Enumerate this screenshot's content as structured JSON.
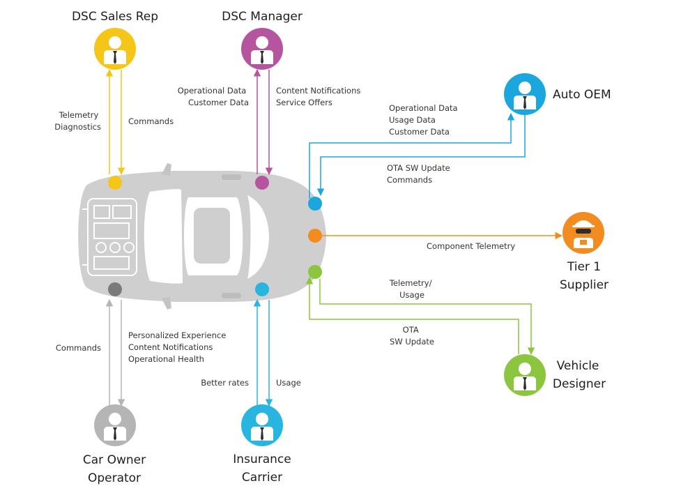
{
  "colors": {
    "sales_rep": "#f5c518",
    "manager": "#b6559f",
    "oem": "#1ba6dd",
    "supplier": "#f28c21",
    "designer": "#8cc63e",
    "owner": "#b5b5b5",
    "insurance": "#28b6e0",
    "car_body": "#cfcfcf",
    "car_glass": "#ffffff",
    "owner_port": "#7a7a7a"
  },
  "actors": {
    "sales_rep": {
      "name": "DSC Sales Rep",
      "icon": "person-icon"
    },
    "manager": {
      "name": "DSC Manager",
      "icon": "person-icon"
    },
    "oem": {
      "name": "Auto OEM",
      "icon": "person-icon"
    },
    "supplier": {
      "name_line1": "Tier 1",
      "name_line2": "Supplier",
      "icon": "engineer-icon"
    },
    "designer": {
      "name_line1": "Vehicle",
      "name_line2": "Designer",
      "icon": "person-icon"
    },
    "owner": {
      "name_line1": "Car Owner",
      "name_line2": "Operator",
      "icon": "person-icon"
    },
    "insurance": {
      "name_line1": "Insurance",
      "name_line2": "Carrier",
      "icon": "person-icon"
    }
  },
  "flows": {
    "sales_rep_up": [
      "Telemetry",
      "Diagnostics"
    ],
    "sales_rep_down": [
      "Commands"
    ],
    "manager_up": [
      "Operational Data",
      "Customer Data"
    ],
    "manager_down": [
      "Content Notifications",
      "Service Offers"
    ],
    "oem_up": [
      "Operational Data",
      "Usage Data",
      "Customer Data"
    ],
    "oem_down": [
      "OTA SW Update",
      "Commands"
    ],
    "supplier": [
      "Component Telemetry"
    ],
    "designer_up": [
      "Telemetry/",
      "Usage"
    ],
    "designer_down": [
      "OTA",
      "SW Update"
    ],
    "owner_up": [
      "Commands"
    ],
    "owner_down": [
      "Personalized Experience",
      "Content Notifications",
      "Operational Health"
    ],
    "insurance_up": [
      "Better rates"
    ],
    "insurance_down": [
      "Usage"
    ]
  }
}
